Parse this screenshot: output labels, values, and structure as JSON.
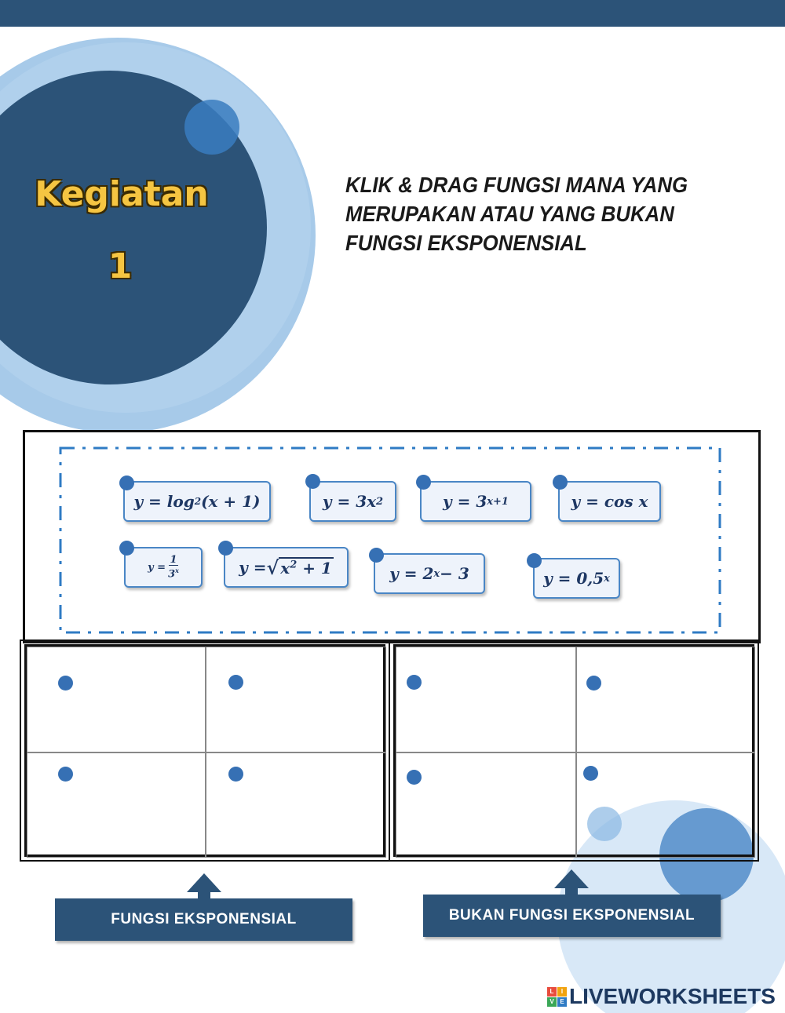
{
  "header": {
    "title": "Kegiatan",
    "number": "1",
    "instruction_lines": [
      "KLIK & DRAG FUNGSI MANA YANG",
      "MERUPAKAN ATAU YANG BUKAN",
      "FUNGSI EKSPONENSIAL"
    ]
  },
  "cards": [
    {
      "id": "log2",
      "text": "y = log₂(x + 1)"
    },
    {
      "id": "3x2",
      "text": "y = 3x²"
    },
    {
      "id": "3xplus1",
      "text": "y = 3ˣ⁺¹"
    },
    {
      "id": "cosx",
      "text": "y = cos x"
    },
    {
      "id": "1over3x",
      "text": "y = 1/3ˣ"
    },
    {
      "id": "sqrt",
      "text": "y = √(x² + 1)"
    },
    {
      "id": "2xminus3",
      "text": "y = 2ˣ − 3"
    },
    {
      "id": "05x",
      "text": "y = 0,5ˣ"
    }
  ],
  "targets": {
    "left_label": "FUNGSI EKSPONENSIAL",
    "right_label": "BUKAN FUNGSI EKSPONENSIAL"
  },
  "brand": {
    "name": "LIVEWORKSHEETS",
    "logo_letters": [
      "L",
      "I",
      "V",
      "E"
    ]
  },
  "colors": {
    "navy": "#2c5378",
    "accent_blue": "#3670b4",
    "title_gold": "#f5c542"
  }
}
